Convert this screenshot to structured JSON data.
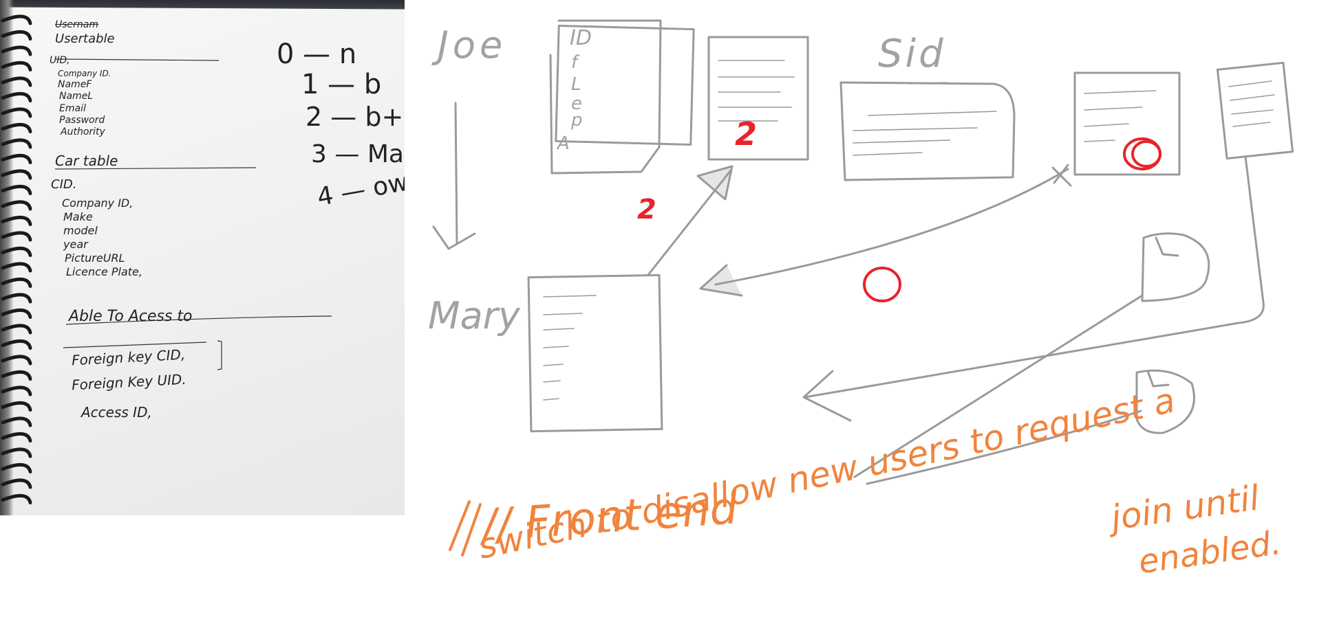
{
  "notebook": {
    "struck_label": "Usernam",
    "user_table": {
      "title": "Usertable",
      "fields": [
        "UID,",
        "Company ID.",
        "NameF",
        "NameL",
        "Email",
        "Password",
        "Authority"
      ]
    },
    "car_table": {
      "title": "Car table",
      "fields": [
        "CID.",
        "Company ID,",
        "Make",
        "model",
        "year",
        "PictureURL",
        "Licence Plate,"
      ]
    },
    "access_table": {
      "title": "Able To Acess to",
      "fields": [
        "Foreign key CID,",
        "Foreign Key UID.",
        "Access ID,"
      ]
    },
    "levels": [
      {
        "num": "0",
        "dash": "—",
        "label": "n"
      },
      {
        "num": "1",
        "dash": "—",
        "label": "b"
      },
      {
        "num": "2",
        "dash": "—",
        "label": "b+ quit"
      },
      {
        "num": "3",
        "dash": "—",
        "label": "Man"
      },
      {
        "num": "4",
        "dash": "—",
        "label": "owned"
      }
    ]
  },
  "sketch": {
    "name_joe": "Joe",
    "name_sid": "Sid",
    "name_mary": "Mary",
    "joe_card_letters": [
      "ID",
      "f",
      "L",
      "e",
      "p",
      "A"
    ],
    "badge_joe": "2",
    "badge_arrow": "2",
    "badge_sid": "0",
    "badge_mid": "0",
    "colors": {
      "pencil": "#9a9a9a",
      "red": "#e8242a",
      "orange": "#f0843e"
    }
  },
  "note": {
    "line1": "// Front end",
    "line2": "switch to disallow new users to request a",
    "line3": "join until",
    "line4": "enabled."
  }
}
